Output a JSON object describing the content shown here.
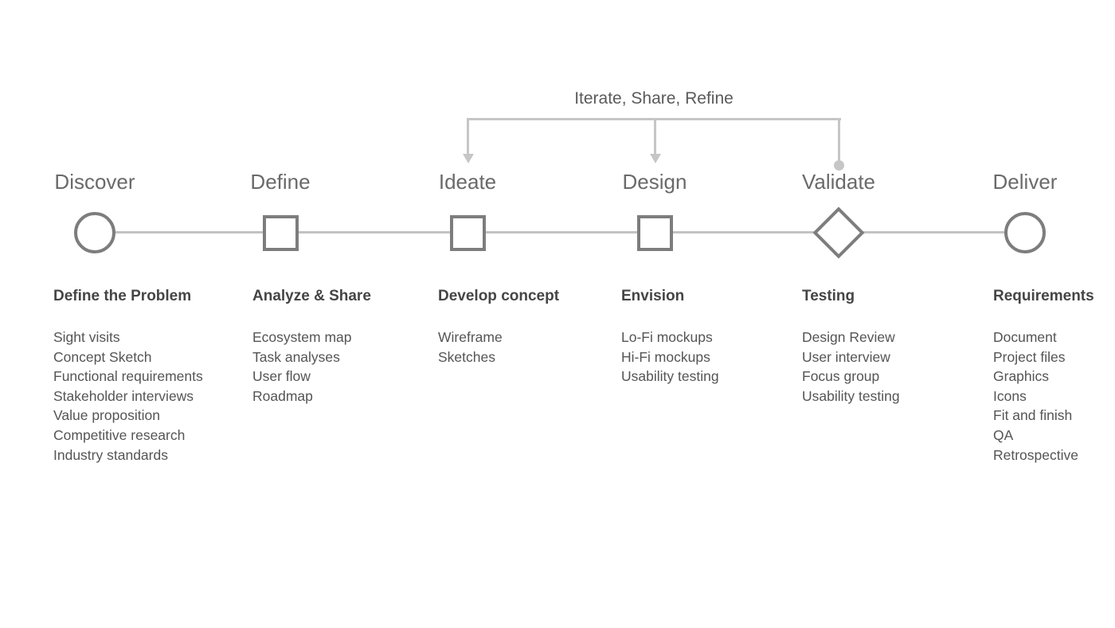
{
  "colors": {
    "bracket": "#c6c6c6",
    "line": "#c3c3c3",
    "node-stroke": "#7d7d7d",
    "label": "#6a6a6a",
    "heading": "#454545",
    "item": "#555555"
  },
  "iterate_label": "Iterate, Share, Refine",
  "phases": [
    {
      "label": "Discover",
      "shape": "circle",
      "heading": "Define the Problem",
      "items": [
        "Sight visits",
        "Concept Sketch",
        "Functional requirements",
        "Stakeholder interviews",
        "Value proposition",
        "Competitive research",
        "Industry standards"
      ]
    },
    {
      "label": "Define",
      "shape": "square",
      "heading": "Analyze & Share",
      "items": [
        "Ecosystem map",
        "Task analyses",
        "User flow",
        "Roadmap"
      ]
    },
    {
      "label": "Ideate",
      "shape": "square",
      "heading": "Develop concept",
      "items": [
        "Wireframe",
        "Sketches"
      ]
    },
    {
      "label": "Design",
      "shape": "square",
      "heading": "Envision",
      "items": [
        "Lo-Fi mockups",
        "Hi-Fi mockups",
        "Usability testing"
      ]
    },
    {
      "label": "Validate",
      "shape": "diamond",
      "heading": "Testing",
      "items": [
        "Design Review",
        "User interview",
        "Focus group",
        "Usability testing"
      ]
    },
    {
      "label": "Deliver",
      "shape": "circle",
      "heading": "Requirements",
      "items": [
        "Document",
        "Project files",
        "Graphics",
        "Icons",
        "Fit and finish",
        "QA",
        "Retrospective"
      ]
    }
  ]
}
